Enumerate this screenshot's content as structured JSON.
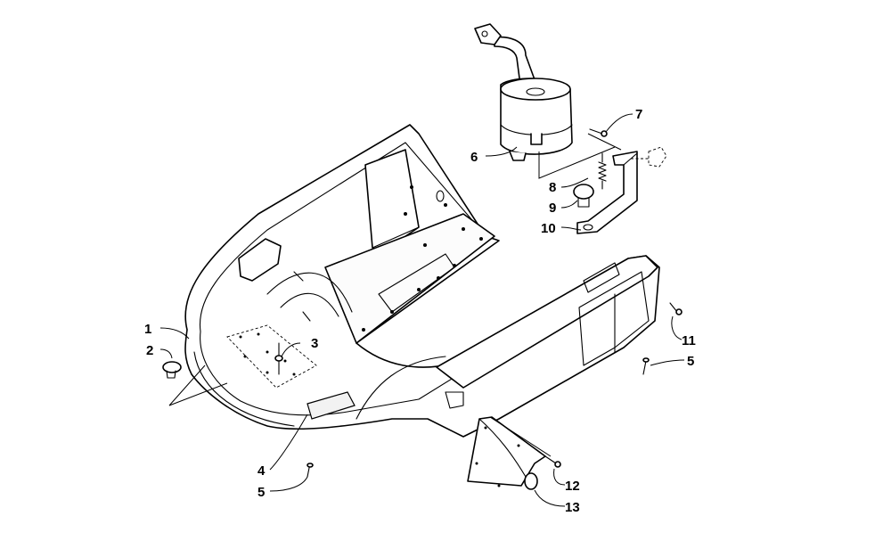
{
  "callouts": [
    {
      "id": "1",
      "label": "1"
    },
    {
      "id": "2",
      "label": "2"
    },
    {
      "id": "3",
      "label": "3"
    },
    {
      "id": "4",
      "label": "4"
    },
    {
      "id": "5a",
      "label": "5"
    },
    {
      "id": "5b",
      "label": "5"
    },
    {
      "id": "6",
      "label": "6"
    },
    {
      "id": "7",
      "label": "7"
    },
    {
      "id": "8",
      "label": "8"
    },
    {
      "id": "9",
      "label": "9"
    },
    {
      "id": "10",
      "label": "10"
    },
    {
      "id": "11",
      "label": "11"
    },
    {
      "id": "12",
      "label": "12"
    },
    {
      "id": "13",
      "label": "13"
    }
  ]
}
